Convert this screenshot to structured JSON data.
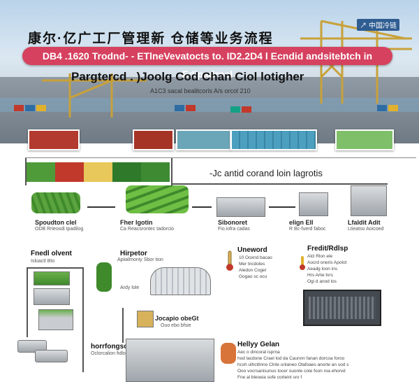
{
  "header": {
    "top_text": "康尔·亿广工厂管理新 仓储等业务流程",
    "corner_tag": "↗ 中国冷链",
    "banner": "DB4 .1620 Trodnd- - ETlneVevatocts to. ID2.2D4 l Ecndid andsitebtch in Edlpadrocl",
    "subtitle": "Pargtercd  .  )Joolg Cod Chan Ciol lotigher",
    "subnote": "A1C3 sacal bealitcoris  A/s  orcol  210"
  },
  "midline_label": "-Jc antid corand loin lagrotis",
  "stage_row": [
    {
      "title": "Spoudton clel",
      "sub": "ODB Rrieosdi tpadilog"
    },
    {
      "title": "Fher lgotin",
      "sub": "Ca Reacsrontec tadorcio"
    },
    {
      "title": "Sibonoret",
      "sub": "Fio.iofra cadas"
    },
    {
      "title": "elign Ell",
      "sub": "R Bc-fuerd faboc"
    },
    {
      "title": "Lfaldit Adit",
      "sub": "Ltieatso Aoicoed"
    }
  ],
  "left_flow": {
    "title": "Fnedl olvent",
    "sub": "Isloactl Bto"
  },
  "mid_flow": {
    "title": "Hirpetor",
    "sub": "Apiialmoniy Sbor tion",
    "item1": "Ardy lole",
    "item2": "Jocapio obeGt",
    "item2_sub": "Ouo ebo bfsie"
  },
  "uneword": {
    "title": "Uneword",
    "lines": [
      "10 Ooxnd bacao",
      "Mer tncdoles",
      "Aledon Cogel",
      "Gogao sc ocu"
    ]
  },
  "right_panel": {
    "title": "Fredit/Rdlsp",
    "lines": [
      "Alcl Rlon ele",
      "Aocrd oneris Apolot",
      "Aeadg loon ins",
      "Hrs Arlie lnrs",
      "Ogi d anod los"
    ]
  },
  "bottom_left": {
    "title": "horrfongsct",
    "sub": "Oclorcalion fidlotrio"
  },
  "bottom_right": {
    "title": "Hellyy Gelan",
    "lines": [
      "Aec o diricoral isprna",
      "hod lacdone Crael lod da Caunnn fanan dorcoa foroo",
      "hcsh ulhcttinno Clnle unlaneo Olafoaes anorte an sod s",
      "Ooo vocrsanisunus tocer ouonle cote foon roa ehorvd",
      "Fne al bleoeia sofe corteinl sro f"
    ]
  },
  "colors": {
    "banner": "#d6415f",
    "accent_green": "#3f8a2b",
    "sky": "#b9d3ea",
    "crane": "#c8a13a"
  },
  "icons": [
    "crane-icon",
    "truck-icon",
    "vegetable-icon",
    "refrigerator-icon",
    "arrow-icon",
    "solar-panel-icon",
    "thermometer-icon"
  ]
}
